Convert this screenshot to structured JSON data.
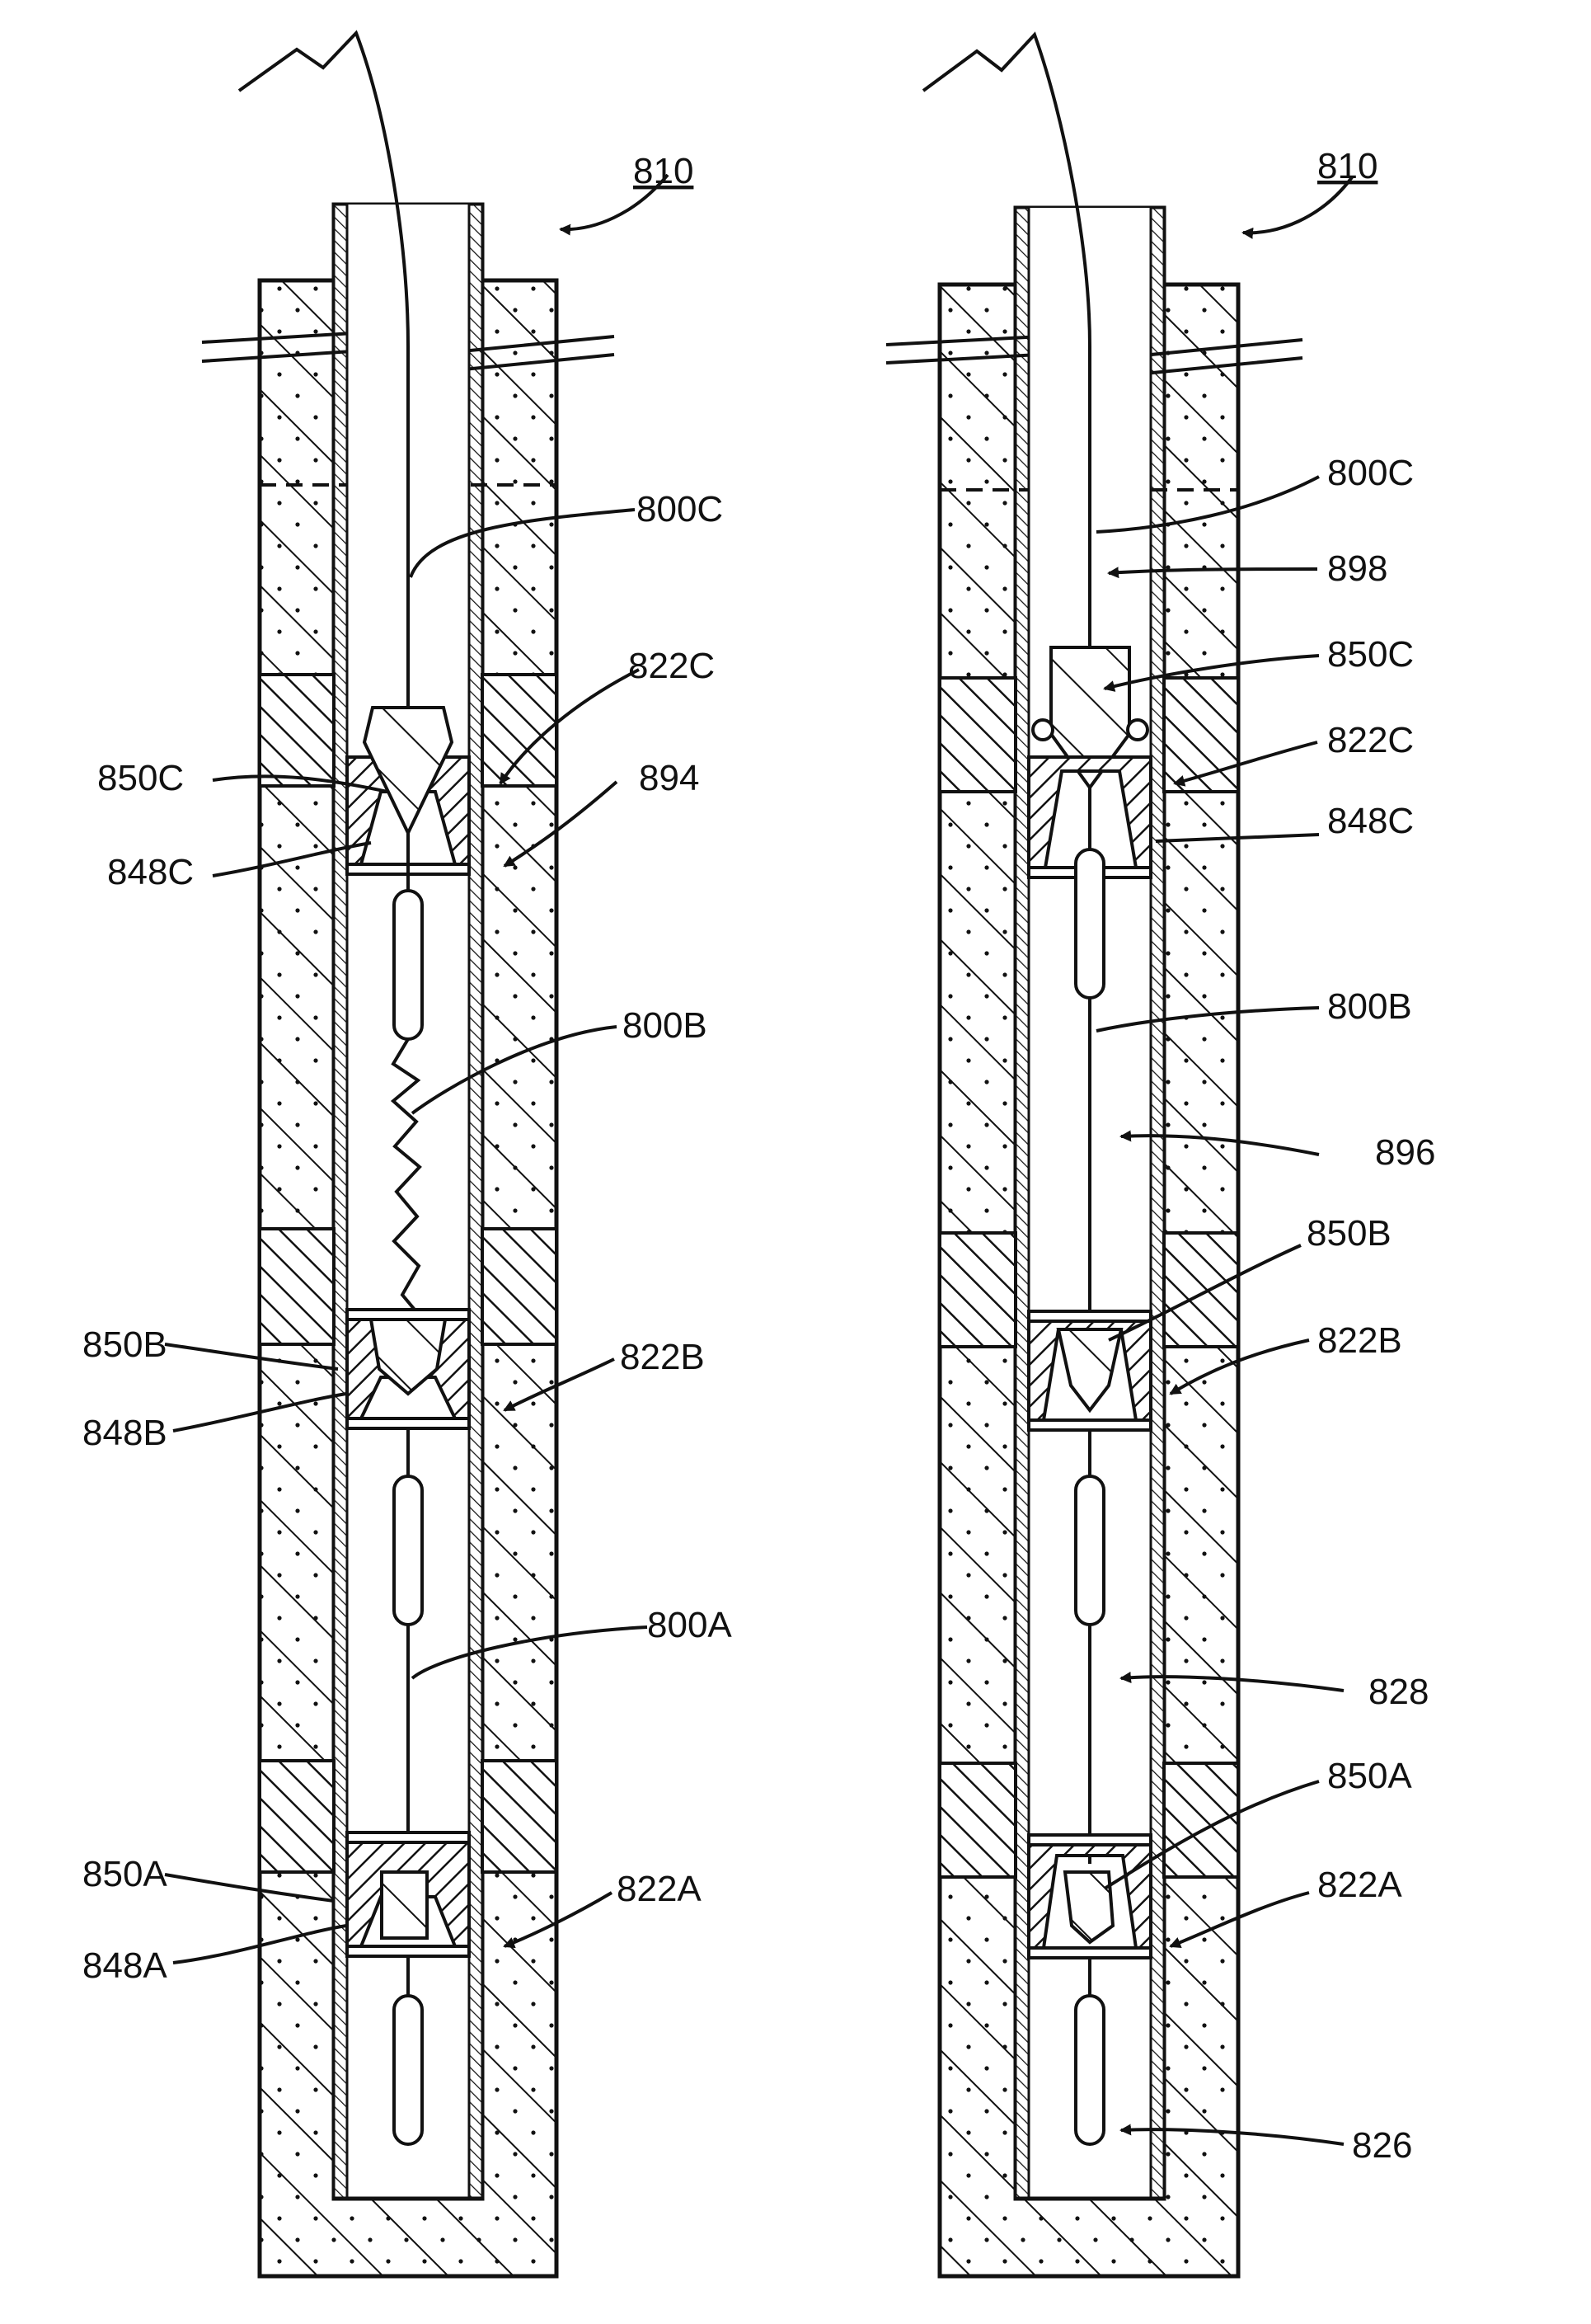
{
  "left_panel": {
    "ref": "810",
    "labels": {
      "l800C": "800C",
      "l822C": "822C",
      "l850C": "850C",
      "l894": "894",
      "l848C": "848C",
      "l800B": "800B",
      "l850B": "850B",
      "l822B": "822B",
      "l848B": "848B",
      "l800A": "800A",
      "l850A": "850A",
      "l822A": "822A",
      "l848A": "848A"
    }
  },
  "right_panel": {
    "ref": "810",
    "labels": {
      "l800C": "800C",
      "l898": "898",
      "l850C": "850C",
      "l822C": "822C",
      "l848C": "848C",
      "l800B": "800B",
      "l896": "896",
      "l850B": "850B",
      "l822B": "822B",
      "l828": "828",
      "l850A": "850A",
      "l822A": "822A",
      "l826": "826"
    }
  }
}
